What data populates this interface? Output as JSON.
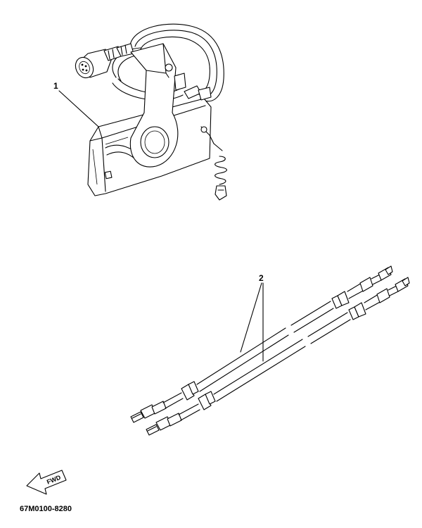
{
  "callouts": [
    {
      "number": "1",
      "part": "remote control box"
    },
    {
      "number": "2",
      "part": "remote control cables"
    }
  ],
  "fwd_label": "FWD",
  "diagram_code": "67M0100-8280",
  "icons": [
    "fwd-arrow-icon"
  ]
}
